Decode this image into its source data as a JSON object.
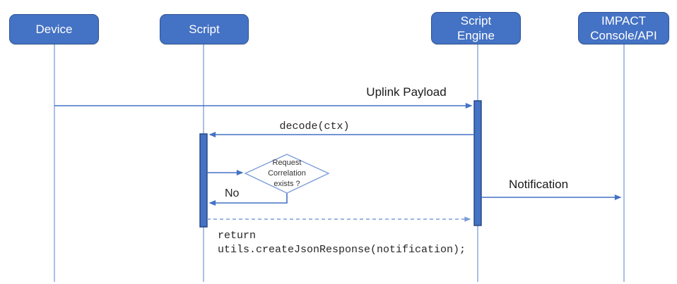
{
  "diagram": {
    "type": "sequence-diagram",
    "actors": [
      {
        "id": "device",
        "label": "Device"
      },
      {
        "id": "script",
        "label": "Script"
      },
      {
        "id": "script-engine",
        "label": "Script\nEngine"
      },
      {
        "id": "impact",
        "label": "IMPACT\nConsole/API"
      }
    ],
    "messages": {
      "uplink_payload": "Uplink Payload",
      "decode_call": "decode(ctx)",
      "no_branch": "No",
      "notification": "Notification",
      "return_statement": "return\nutils.createJsonResponse(notification);"
    },
    "decision": {
      "label": "Request\nCorrelation\nexists ?"
    },
    "colors": {
      "actor_fill": "#4472C4",
      "actor_border": "#2F5597",
      "lifeline": "#7C9DD8",
      "solid_arrow": "#4472C4",
      "dashed_arrow": "#7C9DD8",
      "activation_fill": "#4472C4",
      "activation_border": "#24417E",
      "diamond_border": "#7C9DD8",
      "label_text": "#1a1a1a",
      "background": "#ffffff"
    }
  }
}
